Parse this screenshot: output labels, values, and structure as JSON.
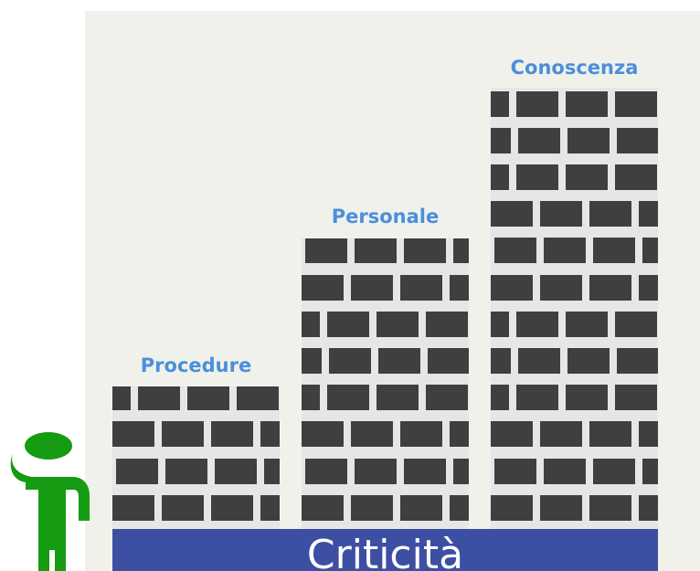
{
  "diagram": {
    "colors": {
      "panel_background": "#f0f1ea",
      "label_text": "#4a8fdc",
      "brick": "#3f3f3f",
      "mortar": "#e6e6e6",
      "base_bar": "#3d4fa3",
      "base_text": "#ffffff",
      "figure": "#159c12"
    },
    "towers": [
      {
        "label": "Procedure",
        "rows": 4
      },
      {
        "label": "Personale",
        "rows": 8
      },
      {
        "label": "Conoscenza",
        "rows": 12
      }
    ],
    "base": {
      "label": "Criticità"
    },
    "figure": {
      "icon": "thinking-person-icon"
    }
  }
}
